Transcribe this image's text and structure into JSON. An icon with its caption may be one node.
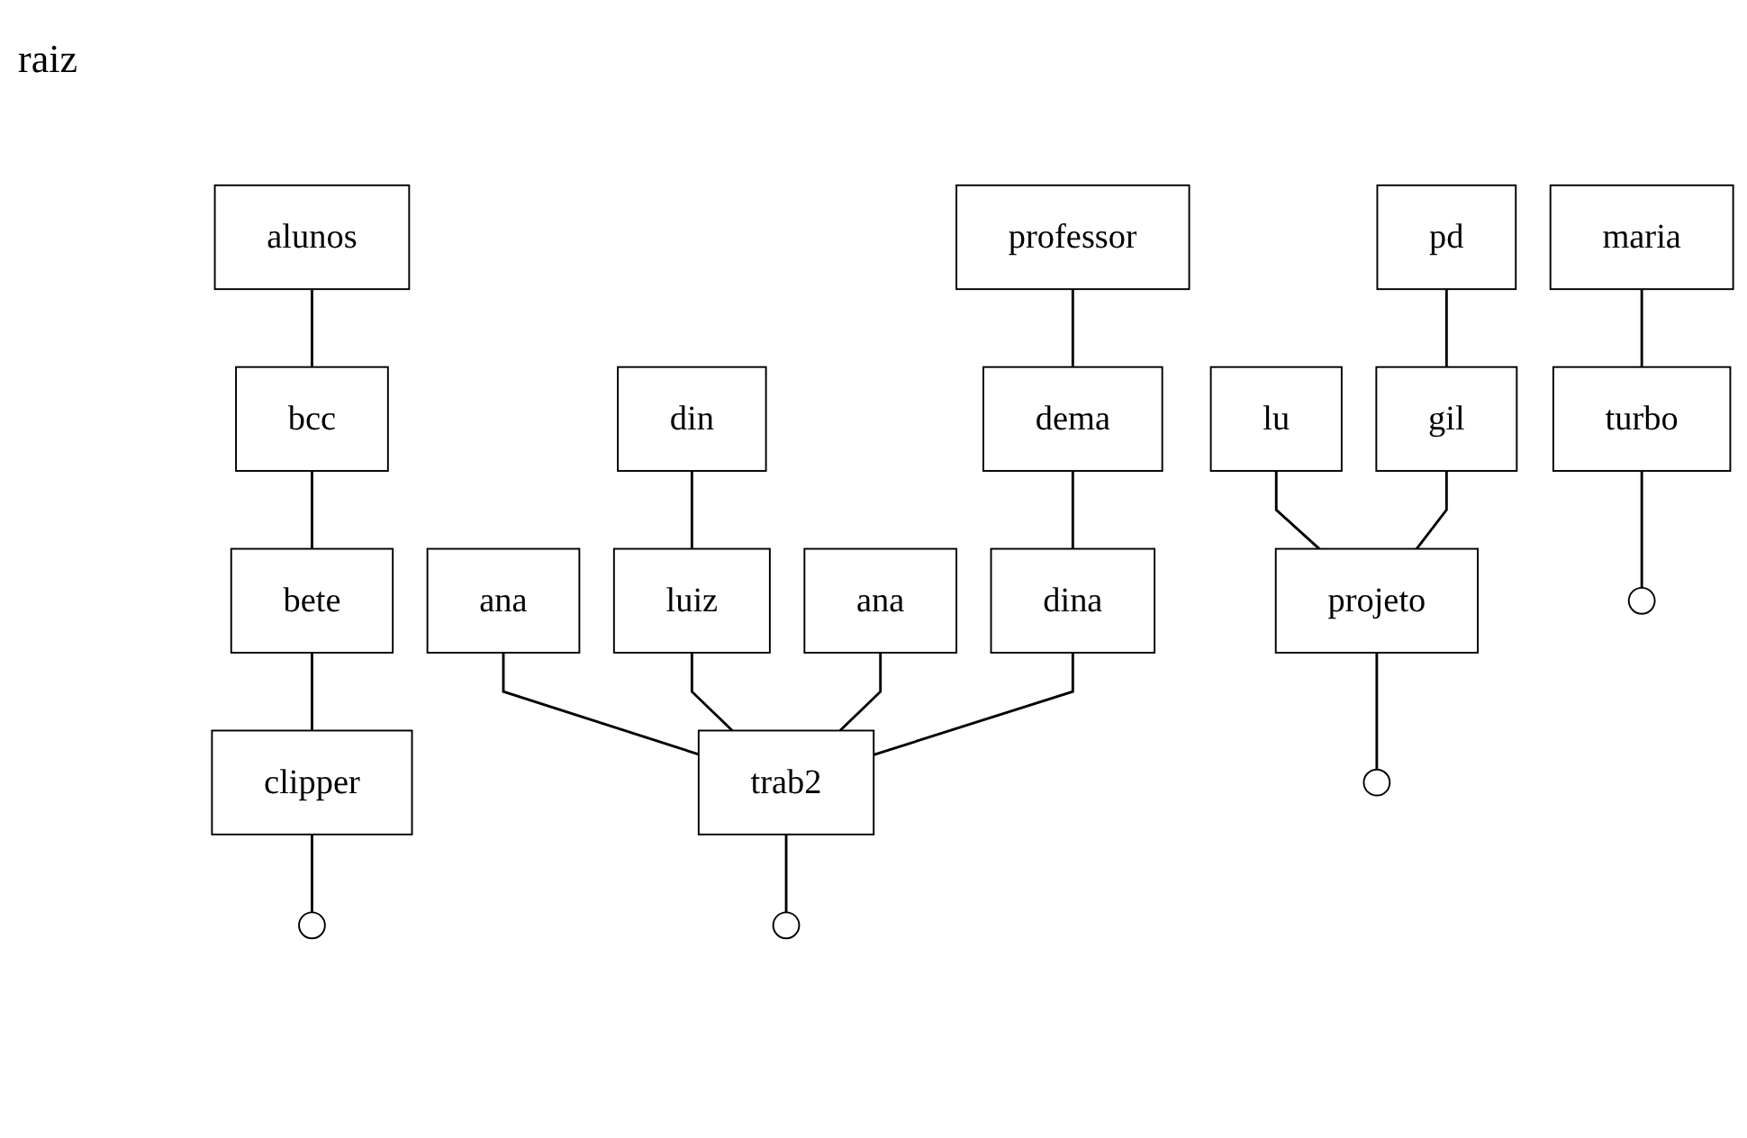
{
  "diagram": {
    "nodes": [
      {
        "text": [
          "alunos"
        ]
      },
      {
        "text": [
          "professor"
        ]
      },
      {
        "text": [
          "bcc"
        ]
      },
      {
        "text": [
          "pd"
        ]
      },
      {
        "text": [
          "din"
        ]
      },
      {
        "text": [
          "dema"
        ]
      },
      {
        "text": [
          "bete"
        ]
      },
      {
        "text": [
          "lu"
        ]
      },
      {
        "text": [
          "gil"
        ]
      },
      {
        "text": [
          "ana"
        ]
      },
      {
        "text": [
          "luiz"
        ]
      },
      {
        "text": [
          "ana"
        ]
      },
      {
        "text": [
          "dina"
        ]
      },
      {
        "text": [
          "maria"
        ]
      },
      {
        "text": [
          "clipper"
        ]
      },
      {
        "text": [
          "projeto"
        ]
      },
      {
        "text": [
          "trab2"
        ]
      },
      {
        "text": [
          "turbo"
        ]
      },
      {
        "text": [],
        "shape": "circle"
      },
      {
        "text": [],
        "shape": "circle"
      },
      {
        "text": [],
        "shape": "circle"
      },
      {
        "text": [],
        "shape": "circle"
      }
    ],
    "edges": [
      {
        "from": 0,
        "to": 2,
        "arrow": "none"
      },
      {
        "from": 1,
        "to": 5,
        "arrow": "none"
      },
      {
        "from": 2,
        "to": 6,
        "arrow": "none"
      },
      {
        "from": 3,
        "to": 8,
        "arrow": "none"
      },
      {
        "from": 4,
        "to": 10,
        "arrow": "none"
      },
      {
        "from": 5,
        "to": 12,
        "arrow": "none"
      },
      {
        "from": 6,
        "to": 14,
        "arrow": "none"
      },
      {
        "from": 7,
        "to": 15,
        "arrow": "none"
      },
      {
        "from": 8,
        "to": 15,
        "arrow": "none"
      },
      {
        "from": 9,
        "to": 16,
        "arrow": "none"
      },
      {
        "from": 10,
        "to": 16,
        "arrow": "none"
      },
      {
        "from": 11,
        "to": 16,
        "arrow": "none"
      },
      {
        "from": 12,
        "to": 16,
        "arrow": "none"
      },
      {
        "from": 13,
        "to": 17,
        "arrow": "none"
      },
      {
        "from": 14,
        "to": 18,
        "arrow": "none"
      },
      {
        "from": 15,
        "to": 19,
        "arrow": "none"
      },
      {
        "from": 16,
        "to": 20,
        "arrow": "none"
      },
      {
        "from": 17,
        "to": 21,
        "arrow": "none"
      }
    ],
    "labels": [
      "raiz"
    ]
  }
}
